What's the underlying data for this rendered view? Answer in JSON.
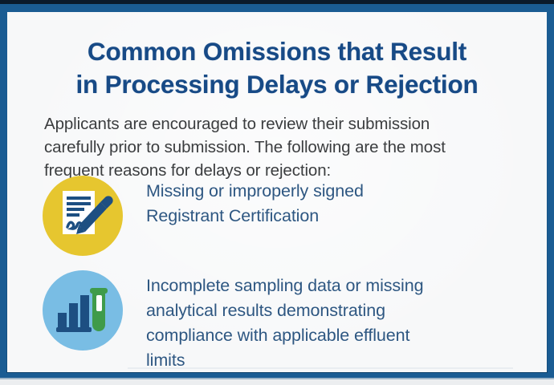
{
  "slide": {
    "title_lines": [
      "Common Omissions that Result",
      "in Processing Delays or Rejection"
    ],
    "intro_lines": [
      "Applicants are encouraged to review their submission",
      "carefully prior to submission. The following are the most",
      "frequent reasons for delays or rejection:"
    ],
    "bullets": [
      {
        "icon": "signed-document-icon",
        "icon_circle_color": "#e6c62f",
        "lines": [
          "Missing or improperly signed",
          "Registrant Certification"
        ]
      },
      {
        "icon": "bar-chart-test-tube-icon",
        "icon_circle_color": "#79bde4",
        "lines": [
          "Incomplete sampling data or missing",
          "analytical results demonstrating",
          "compliance with applicable effluent",
          "limits"
        ]
      }
    ],
    "colors": {
      "title": "#174a86",
      "body_text": "#3b3d3f",
      "bullet_text": "#2e5782",
      "frame": "#1a5c93",
      "canvas": "#f7f8f9",
      "icon_navy": "#1d4f82",
      "icon_green": "#3f9b4a"
    }
  }
}
